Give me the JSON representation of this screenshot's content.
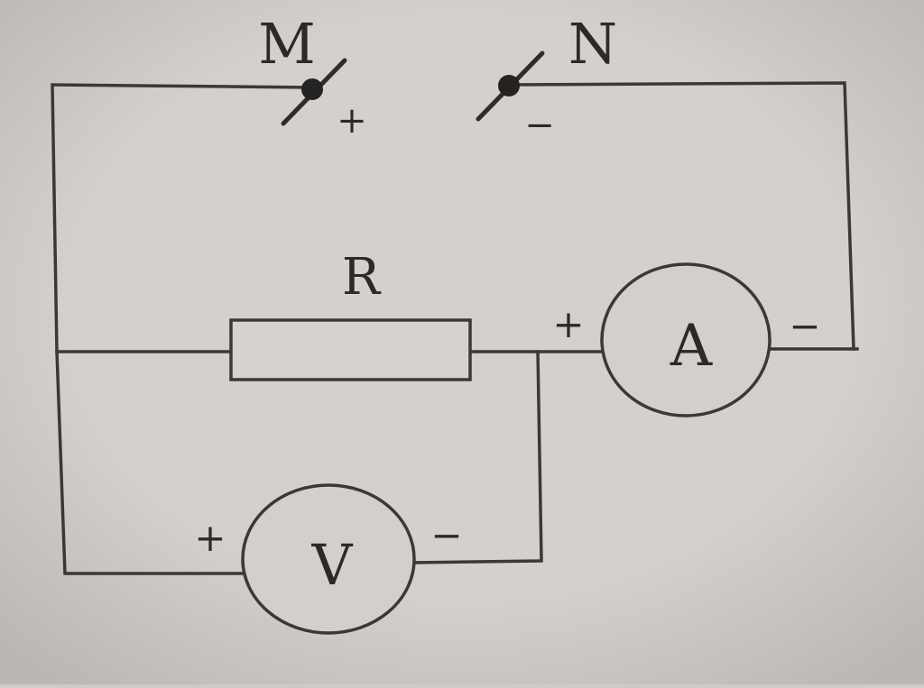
{
  "diagram": {
    "terminal_m": {
      "label": "M",
      "sign": "+"
    },
    "terminal_n": {
      "label": "N",
      "sign": "−"
    },
    "resistor": {
      "label": "R"
    },
    "ammeter": {
      "label": "A",
      "plus": "+",
      "minus": "−"
    },
    "voltmeter": {
      "label": "V",
      "plus": "+",
      "minus": "−"
    }
  }
}
